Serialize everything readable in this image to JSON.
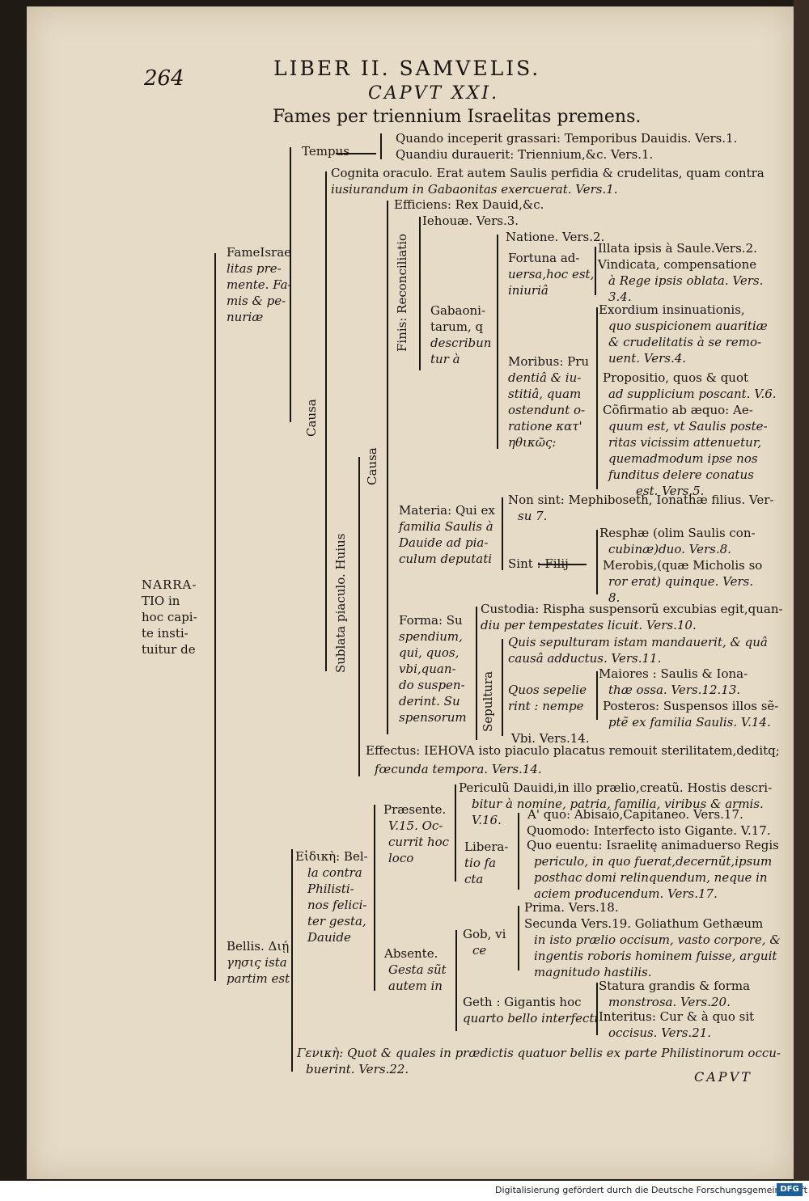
{
  "header": {
    "page_number": "264",
    "running_title": "LIBER II. SAMVELIS.",
    "chapter": "CAPVT XXI.",
    "title": "Fames per triennium Israelitas premens."
  },
  "lines": [
    "Tempus",
    "Quando inceperit grassari: Temporibus Dauidis. Vers.1.",
    "Quandiu durauerit: Triennium,&c. Vers.1.",
    "Cognita oraculo. Erat autem Saulis perfidia & crudelitas, quam contra",
    "iusiurandum in Gabaonitas exercuerat. Vers.1.",
    "Efficiens: Rex Dauid,&c.",
    "Iehouæ. Vers.3.",
    "Natione. Vers.2.",
    "Fortuna ad-",
    "uersa,hoc est,",
    "iniuriâ",
    "Illata ipsis à Saule.Vers.2.",
    "Vindicata, compensatione",
    "à Rege ipsis oblata. Vers.",
    "3.4.",
    "FameIsrae",
    "litas pre-",
    "mente. Fa-",
    "mis & pe-",
    "nuriæ",
    "Gabaoni-",
    "tarum, q",
    "describun",
    "tur à",
    "Exordium insinuationis,",
    "quo suspicionem auaritiæ",
    "& crudelitatis à se remo-",
    "uent. Vers.4.",
    "Moribus: Pru",
    "dentiâ & iu-",
    "stitiâ, quam",
    "ostendunt o-",
    "ratione κατ'",
    "ηθικῶς:",
    "Propositio, quos & quot",
    "ad supplicium poscant. V.6.",
    "Cõfirmatio ab æquo: Ae-",
    "quum est, vt Saulis poste-",
    "ritas vicissim attenuetur,",
    "quemadmodum ipse nos",
    "funditus delere conatus",
    "est. Vers.5.",
    "Materia: Qui ex",
    "familia Saulis à",
    "Dauide ad pia-",
    "culum deputati",
    "Non sint: Mephiboseth, Ionathæ filius. Ver-",
    "su 7.",
    "Resphæ (olim Saulis con-",
    "cubinæ)duo. Vers.8.",
    "Sint : Filij",
    "Merobis,(quæ Micholis so",
    "ror erat) quinque. Vers.",
    "8.",
    "NARRA-",
    "TIO in",
    "hoc capi-",
    "te insti-",
    "tuitur de",
    "Forma: Su",
    "spendium,",
    "qui, quos,",
    "vbi,quan-",
    "do suspen-",
    "derint. Su",
    "spensorum",
    "Custodia: Rispha suspensorũ excubias egit,quan-",
    "diu per tempestates licuit. Vers.10.",
    "Quis sepulturam istam mandauerit, & quâ",
    "causâ adductus. Vers.11.",
    "Maiores : Saulis & Iona-",
    "thæ ossa. Vers.12.13.",
    "Quos sepelie",
    "rint : nempe",
    "Posteros: Suspensos illos sẽ-",
    "ptẽ ex familia Saulis. V.14.",
    "Vbi. Vers.14.",
    "Effectus: IEHOVA isto piaculo placatus remouit sterilitatem,deditq;",
    "fœcunda tempora. Vers.14.",
    "Periculũ Dauidi,in illo prælio,creatũ. Hostis descri-",
    "bitur à nomine, patria, familia, viribus & armis.",
    "V.16.",
    "Præsente.",
    "V.15. Oc-",
    "currit hoc",
    "loco",
    "A' quo: Abisaio,Capitaneo. Vers.17.",
    "Quomodo: Interfecto isto Gigante. V.17.",
    "Libera-",
    "tio fa",
    "cta",
    "Quo euentu: Israelitę animaduerso Regis",
    "periculo, in quo fuerat,decernũt,ipsum",
    "posthac domi relinquendum, neque in",
    "aciem producendum. Vers.17.",
    "Eἰδικὴ: Bel-",
    "la contra",
    "Philisti-",
    "nos felici-",
    "ter gesta,",
    "Dauide",
    "Prima. Vers.18.",
    "Secunda Vers.19. Goliathum Gethæum",
    "in isto prælio occisum, vasto corpore, &",
    "ingentis roboris hominem fuisse, arguit",
    "magnitudo hastilis.",
    "Gob, vi",
    "ce",
    "Bellis. Διῄ",
    "γησις ista",
    "partim est",
    "Absente.",
    "Gesta sũt",
    "autem in",
    "Statura grandis & forma",
    "monstrosa. Vers.20.",
    "Geth : Gigantis hoc",
    "quarto bello interfecti",
    "Interitus: Cur & à quo sit",
    "occisus. Vers.21.",
    "Γενικὴ: Quot & quales in prædictis quatuor bellis ex parte Philistinorum occu-",
    "buerint. Vers.22.",
    "CAPVT"
  ],
  "vertical": [
    "Finis: Reconciliatio",
    "Causa",
    "Causa",
    "Sublata piaculo. Huius",
    "Sepultura"
  ],
  "footer": {
    "credit": "Digitalisierung gefördert durch die Deutsche Forschungsgemeinschaft",
    "logo": "DFG"
  }
}
